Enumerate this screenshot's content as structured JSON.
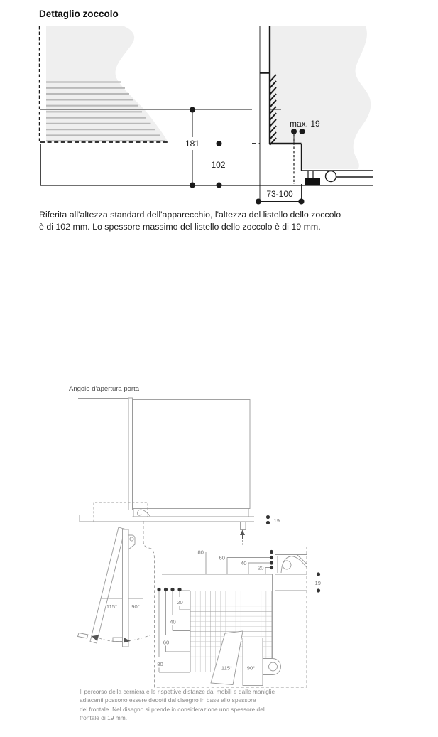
{
  "document": {
    "section1": {
      "title": "Dettaglio zoccolo",
      "description_lines": [
        "Riferita all'altezza standard dell'apparecchio, l'altezza del listello dello zoccolo",
        "è di 102 mm. Lo spessore massimo del listello dello zoccolo è di 19 mm."
      ],
      "dims": {
        "height_total": "181",
        "plinth_height": "102",
        "plinth_thickness_max": "max. 19",
        "recess_depth": "73-100"
      }
    },
    "section2": {
      "title": "Angolo d'apertura porta",
      "caption_lines": [
        "Il percorso della cerniera e le rispettive distanze dai mobili e dalle maniglie",
        "adiacenti possono essere dedotti dal disegno in base allo spessore",
        "del frontale. Nel disegno si prende in considerazione uno spessore del",
        "frontale di 19 mm."
      ],
      "dims": {
        "front_thickness_side": "19",
        "front_thickness_plan": "19",
        "top_80": "80",
        "top_60": "60",
        "top_40": "40",
        "top_20": "20",
        "left_20": "20",
        "left_40": "40",
        "left_60": "60",
        "left_80": "80",
        "angle_open_side": "115°",
        "angle_90_side": "90°",
        "angle_open_plan": "115°",
        "angle_90_plan": "90°"
      }
    },
    "colors": {
      "line_dark": "#1a1a1a",
      "line_gray": "#999999",
      "fill_gray": "#ededed",
      "grille_gray": "#b9b9b9",
      "label_gray": "#787878",
      "caption_gray": "#8a8a8a",
      "foot_black": "#111111"
    }
  }
}
